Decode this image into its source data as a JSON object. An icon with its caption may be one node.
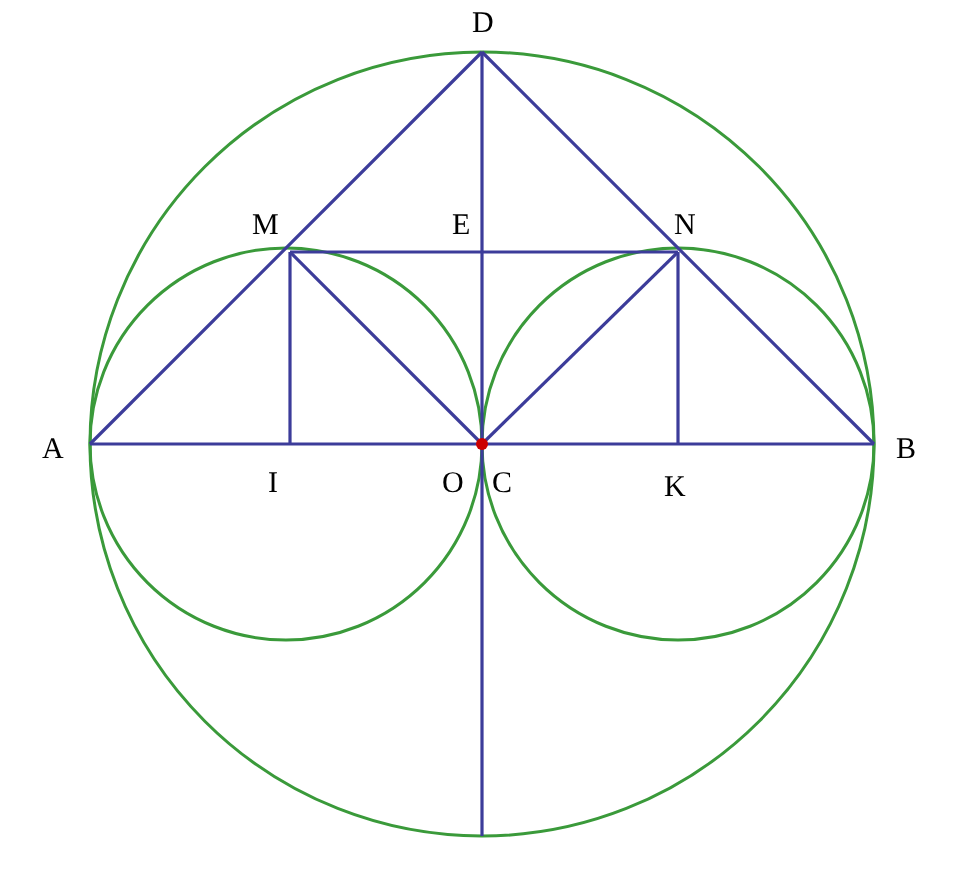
{
  "diagram": {
    "labels": [
      "D",
      "M",
      "E",
      "N",
      "A",
      "I",
      "O",
      "C",
      "K",
      "B"
    ]
  }
}
